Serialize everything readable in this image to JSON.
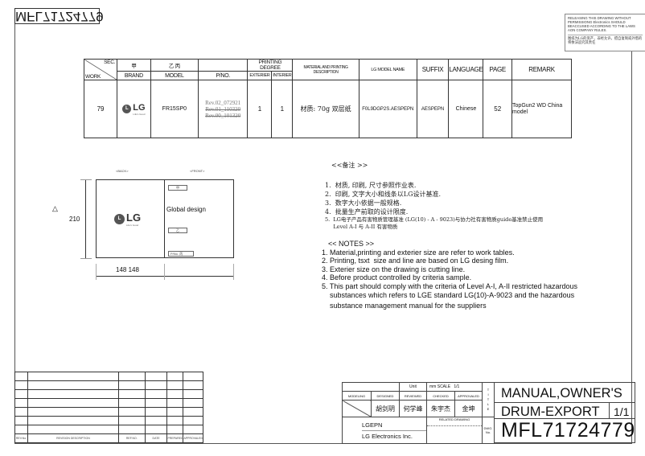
{
  "mirrored_drawing_no": "MFL71724779",
  "warning": {
    "en": "RELEASING THIS DRAWING WITHOUT PERMISSIONG Electronics SHOULD BEACCUSED ACCORDING TO THE LAWS AON COMPANY RULES.",
    "cn": "图纸为LG的资产，非经允许，擅自复制或外借的将依法追究其责任"
  },
  "table": {
    "headers": {
      "sec": "SEC.",
      "work": "WORK",
      "brand_cn": "甲",
      "brand": "BRAND",
      "model_cn": "乙 丙",
      "model": "MODEL",
      "pno": "P/NO.",
      "printing_degree": "PRINTING DEGREE",
      "exterier": "EXTERIER",
      "interier": "INTERIER",
      "material": "MATERIAL AND PRINTING DESCRIPTION",
      "lg_model_name": "LG MODEL NAME",
      "suffix": "SUFFIX",
      "language": "LANGUAGE",
      "page": "PAGE",
      "remark": "REMARK"
    },
    "row": {
      "work": "79",
      "brand": "LG",
      "brand_tagline": "Life's Good",
      "model": "FR15SP0",
      "revisions": [
        "Rev.02_072921",
        "Rev.01_110320",
        "Rev.00_101320"
      ],
      "exterier": "1",
      "interier": "1",
      "material": "材质: 70g 双层纸",
      "lg_model_name": "F0L9DGP2S.AESPEPN",
      "suffix": "AESPEPN",
      "language": "Chinese",
      "page": "52",
      "remark": "TopGun2 WD China model"
    }
  },
  "drawing": {
    "back_label": "<BACK>",
    "front_label": "<FRONT>",
    "height_dim": "210",
    "width_dim": "148 148",
    "triangle": "△",
    "logo": "LG",
    "logo_tagline": "Life's Good",
    "front_text": "Global design",
    "box1": "甲",
    "box2": "乙",
    "box3_label": "P/No.",
    "box3_value": "丙"
  },
  "notes_cn": {
    "title": "<<备注 >>",
    "items": [
      "1.  材质, 印刷, 尺寸参照作业表.",
      "2.  印刷, 文字大小和线条以LG设计基准.",
      "3.  数字大小依据一般规格.",
      "4.  批量生产前取的设计限度.",
      "5.  LG电子产品有害物质管理基准 (LG(10) - A - 9023)与协力社有害物质guide基准禁止使用",
      "     Level A-I 与 A-II 有害物质"
    ]
  },
  "notes_en": {
    "title": "<< NOTES >>",
    "items": [
      "1. Material,printing and exterier size are refer to work tables.",
      "2. Printing, tsxt  size and line are based on LG desing film.",
      "3. Exterier size on the drawing is cutting line.",
      "4. Before product controlled by criteria sample.",
      "5. This part should comply with the criteria of Level A-I, A-II restricted hazardous",
      "    substances which refers to LGE standard LG(10)-A-9023 and the hazardous",
      "    substance management manual for the suppliers"
    ]
  },
  "revision_table": {
    "headers": [
      "REV.No.",
      "REVISION DESCRIPTION",
      "REF.NO.",
      "DATE",
      "PREPARED",
      "APPROVALED"
    ]
  },
  "title_block": {
    "unit_label": "Unit",
    "unit": "mm",
    "scale_label": "SCALE",
    "scale": "1/1",
    "roles": [
      "MODELING",
      "DESIGNED",
      "REVIEWED",
      "CHECKED",
      "APPROVALED"
    ],
    "names": [
      "",
      "胡剑玥",
      "何学峰",
      "朱宇杰",
      "金坤"
    ],
    "title_label": "T I T L E",
    "company_code": "LGEPN",
    "company": "LG Electronics Inc.",
    "related_drawing": "RELATED DRAWING",
    "dwg_label": "DWG. No.",
    "title1": "MANUAL,OWNER'S",
    "title2": "DRUM-EXPORT",
    "sheet": "1/1",
    "dwg_no": "MFL71724779"
  }
}
